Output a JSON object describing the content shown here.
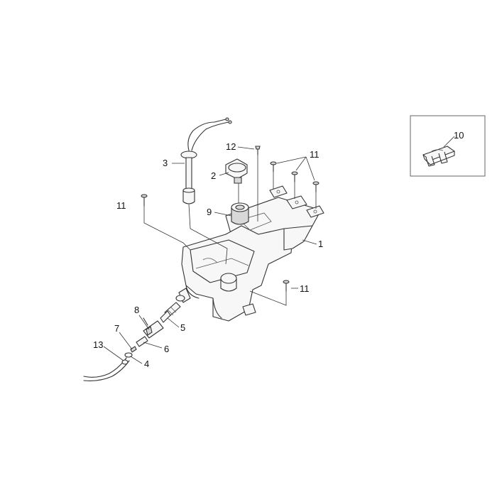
{
  "callouts": {
    "c1": "1",
    "c2": "2",
    "c3": "3",
    "c4": "4",
    "c5": "5",
    "c6": "6",
    "c7": "7",
    "c8": "8",
    "c9": "9",
    "c10": "10",
    "c11a": "11",
    "c11b": "11",
    "c11c": "11",
    "c12": "12",
    "c13": "13"
  }
}
